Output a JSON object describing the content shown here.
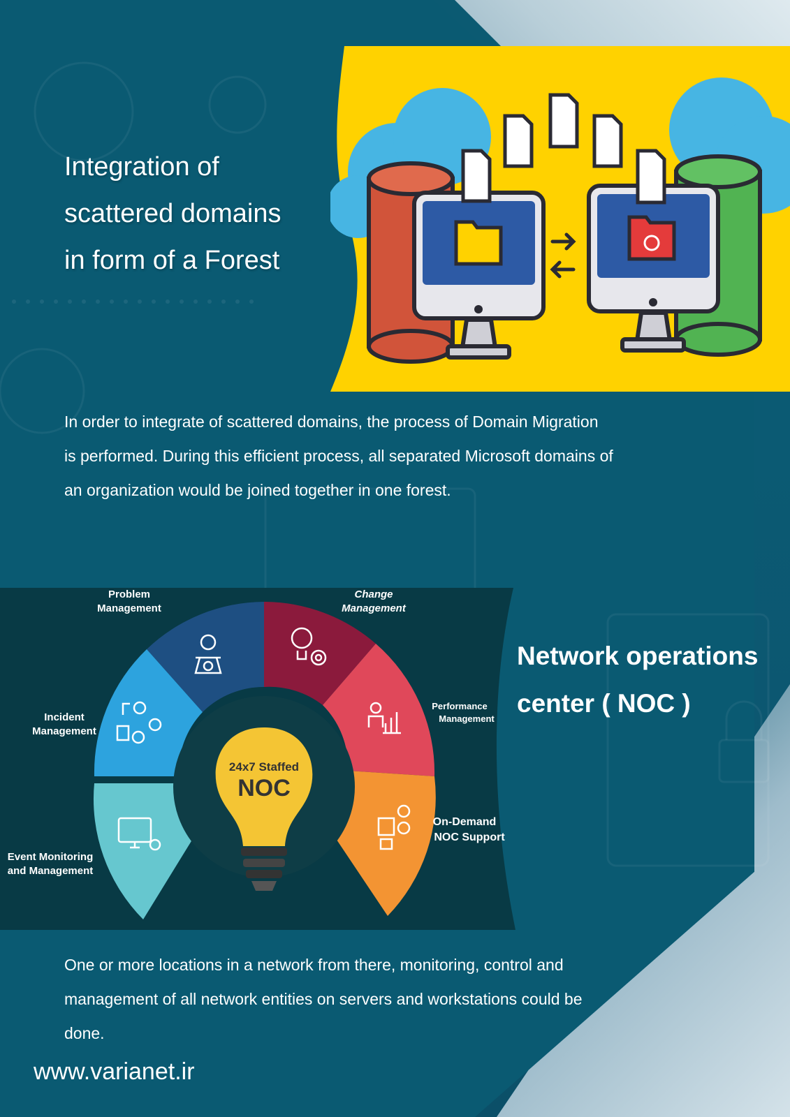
{
  "section1": {
    "title_lines": [
      "Integration of",
      "scattered domains",
      "in form of a Forest"
    ],
    "paragraph_lines": [
      "In order to integrate of scattered domains, the process of Domain Migration",
      "is performed. During this efficient process, all separated Microsoft domains of",
      "an organization would be joined together in one forest."
    ]
  },
  "section2": {
    "title_lines": [
      "Network operations",
      "center ( NOC )"
    ],
    "paragraph_lines": [
      "One or more locations in a network from there, monitoring, control and",
      "management of all network entities on servers and workstations could be",
      "done."
    ]
  },
  "noc_diagram": {
    "center_line1": "24x7 Staffed",
    "center_line2": "NOC",
    "segments": [
      {
        "label_lines": [
          "Problem",
          "Management"
        ],
        "color": "#1e4f82",
        "icon": "settings-person-icon"
      },
      {
        "label_lines": [
          "Change",
          "Management"
        ],
        "color": "#8b1a3c",
        "icon": "lightbulb-target-icon"
      },
      {
        "label_lines": [
          "Performance",
          "Management"
        ],
        "color": "#e0485a",
        "icon": "performance-chart-icon"
      },
      {
        "label_lines": [
          "On-Demand",
          "NOC Support"
        ],
        "color": "#f39433",
        "icon": "support-team-icon"
      },
      {
        "label_lines": [
          "Event Monitoring",
          "and Management"
        ],
        "color": "#66c7cf",
        "icon": "monitor-event-icon"
      },
      {
        "label_lines": [
          "Incident",
          "Management"
        ],
        "color": "#2da3de",
        "icon": "incident-people-icon"
      }
    ]
  },
  "colors": {
    "background": "#0b5a72",
    "migration_banner": "#ffd200",
    "noc_panel": "#083a45"
  },
  "footer": {
    "url": "www.varianet.ir"
  }
}
